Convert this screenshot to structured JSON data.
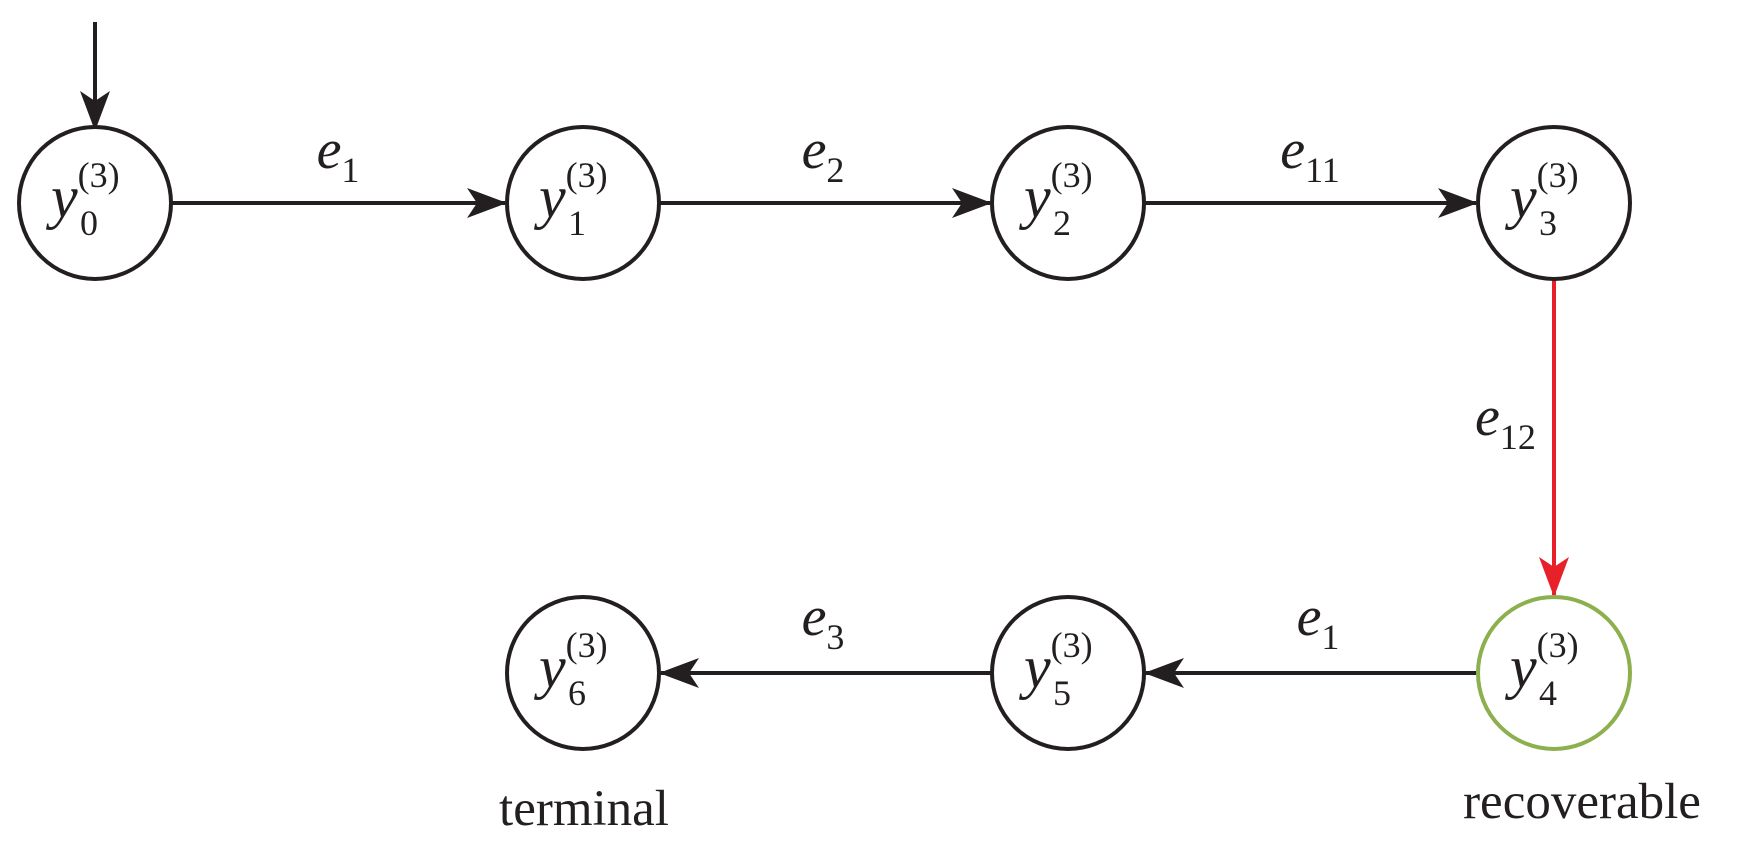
{
  "nodes": [
    {
      "id": "y0",
      "base": "y",
      "sub": "0",
      "sup": "(3)",
      "border": "#231f20"
    },
    {
      "id": "y1",
      "base": "y",
      "sub": "1",
      "sup": "(3)",
      "border": "#231f20"
    },
    {
      "id": "y2",
      "base": "y",
      "sub": "2",
      "sup": "(3)",
      "border": "#231f20"
    },
    {
      "id": "y3",
      "base": "y",
      "sub": "3",
      "sup": "(3)",
      "border": "#231f20"
    },
    {
      "id": "y4",
      "base": "y",
      "sub": "4",
      "sup": "(3)",
      "border": "#8db04e"
    },
    {
      "id": "y5",
      "base": "y",
      "sub": "5",
      "sup": "(3)",
      "border": "#231f20"
    },
    {
      "id": "y6",
      "base": "y",
      "sub": "6",
      "sup": "(3)",
      "border": "#231f20"
    }
  ],
  "edges": [
    {
      "from": "y0",
      "to": "y1",
      "base": "e",
      "sub": "1",
      "color": "#231f20"
    },
    {
      "from": "y1",
      "to": "y2",
      "base": "e",
      "sub": "2",
      "color": "#231f20"
    },
    {
      "from": "y2",
      "to": "y3",
      "base": "e",
      "sub": "11",
      "color": "#231f20"
    },
    {
      "from": "y3",
      "to": "y4",
      "base": "e",
      "sub": "12",
      "color": "#e8202a"
    },
    {
      "from": "y4",
      "to": "y5",
      "base": "e",
      "sub": "1",
      "color": "#231f20"
    },
    {
      "from": "y5",
      "to": "y6",
      "base": "e",
      "sub": "3",
      "color": "#231f20"
    }
  ],
  "initial_state": "y0",
  "annotations": {
    "terminal": "terminal",
    "recoverable": "recoverable"
  }
}
